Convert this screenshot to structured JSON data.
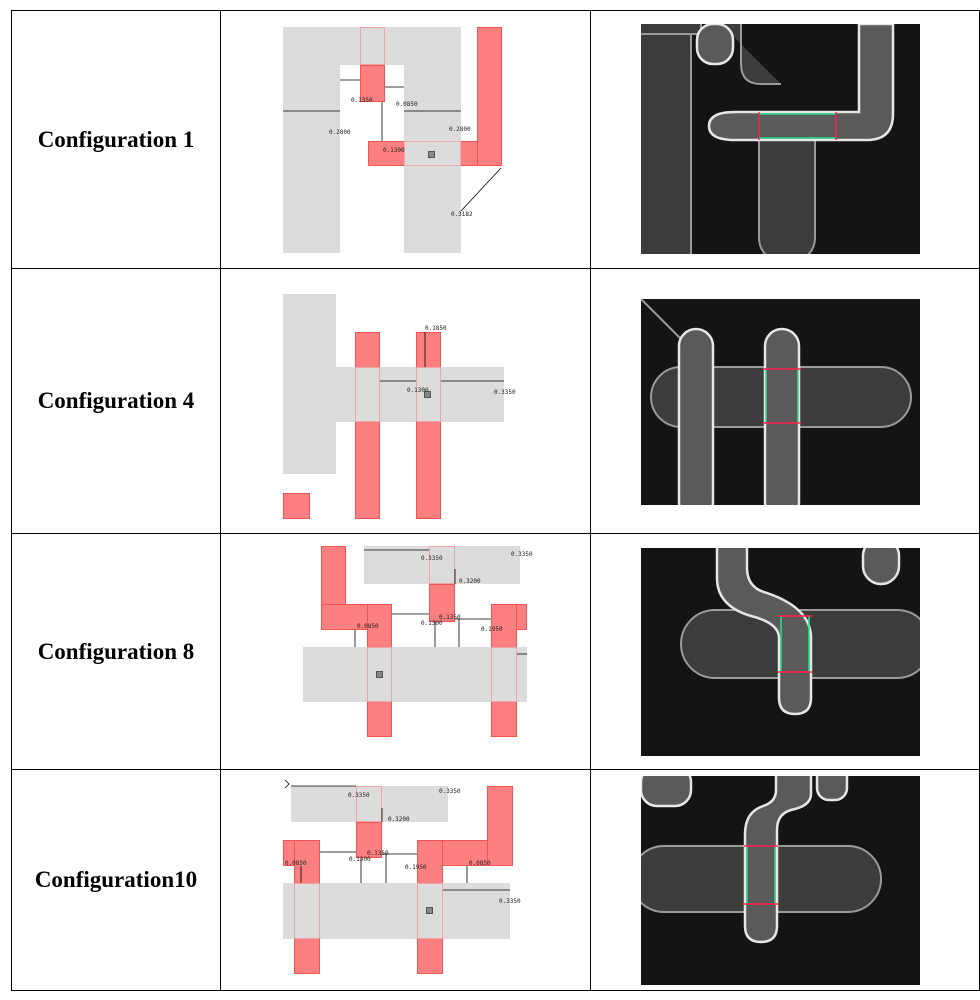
{
  "rows": [
    {
      "label": "Configuration 1",
      "dims": [
        "0.1350",
        "0.0850",
        "0.2800",
        "0.2800",
        "0.1300",
        "0.3182"
      ]
    },
    {
      "label": "Configuration 4",
      "dims": [
        "0.1850",
        "0.1300",
        "0.3350"
      ]
    },
    {
      "label": "Configuration 8",
      "dims": [
        "0.3350",
        "0.3350",
        "0.3200",
        "0.0850",
        "0.1300",
        "0.1350",
        "0.1950"
      ]
    },
    {
      "label": "Configuration10",
      "dims": [
        "0.3350",
        "0.3350",
        "0.3200",
        "0.0850",
        "0.1300",
        "0.1350",
        "0.1950",
        "0.0850",
        "0.3350"
      ]
    }
  ],
  "colors": {
    "poly": "#fc8080",
    "active": "#dcdcdc",
    "sem_background": "#141414",
    "contour_green": "#2ee08a",
    "contour_red": "#ff2050"
  }
}
